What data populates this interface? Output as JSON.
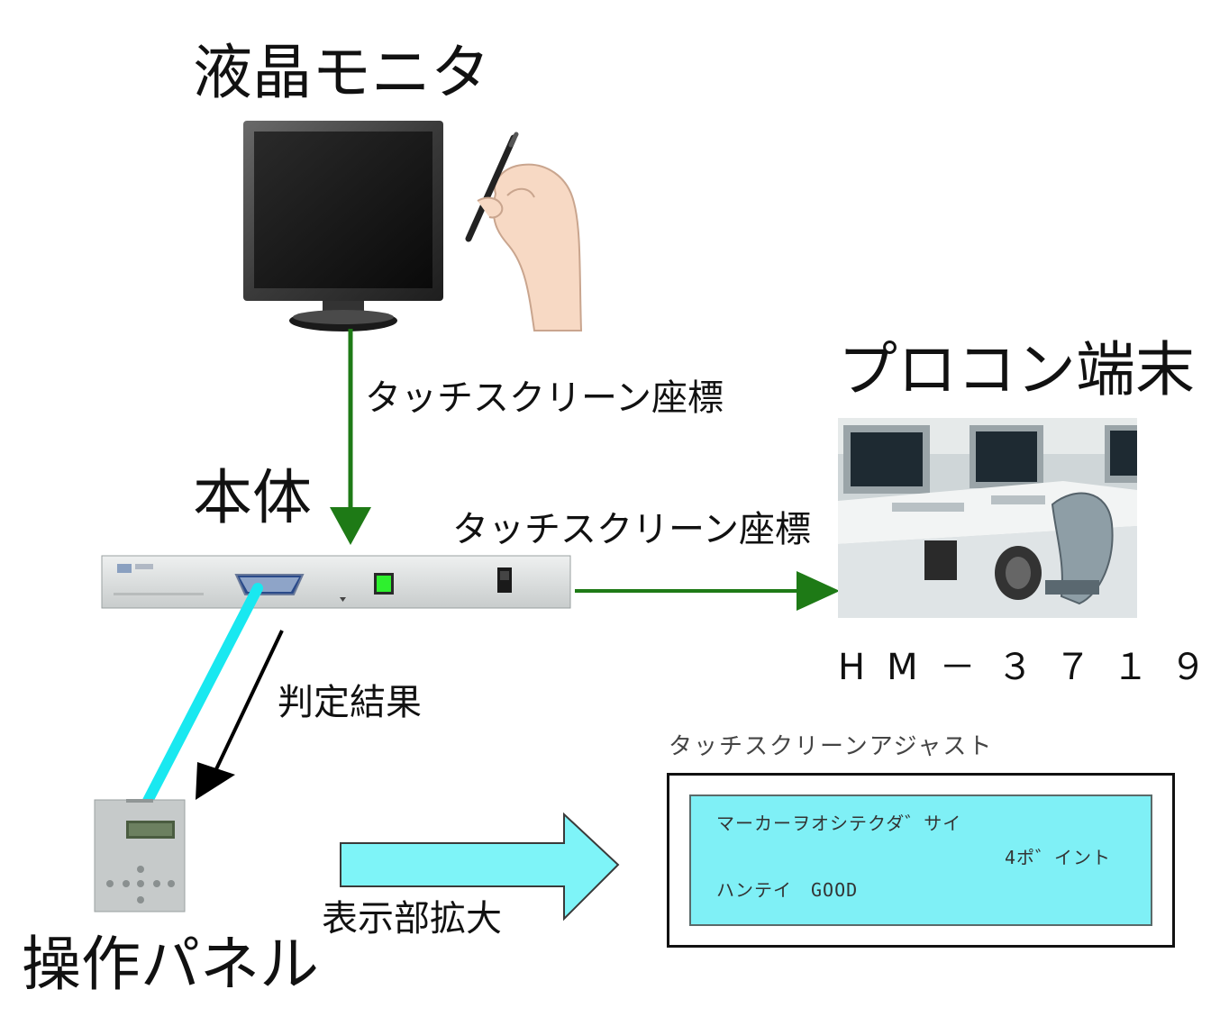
{
  "labels": {
    "monitor": "液晶モニタ",
    "main_unit": "本体",
    "plc_terminal": "プロコン端末",
    "plc_model": "HM－３７１９",
    "control_panel": "操作パネル",
    "touch_coord_1": "タッチスクリーン座標",
    "touch_coord_2": "タッチスクリーン座標",
    "judgment_result": "判定結果",
    "display_enlarge": "表示部拡大"
  },
  "lcd_panel": {
    "title": "タッチスクリーンアジャスト",
    "line1": "マーカーヲオシテクダ゛サイ",
    "line2": "4ポ゛イント",
    "line3": "ハンテイ　GOOD"
  },
  "colors": {
    "arrow_green": "#1e7a16",
    "cable_cyan": "#19e8f0",
    "lcd_background": "#7ff0f6",
    "big_arrow_fill": "#7ef4f8",
    "arrow_black": "#000000"
  }
}
